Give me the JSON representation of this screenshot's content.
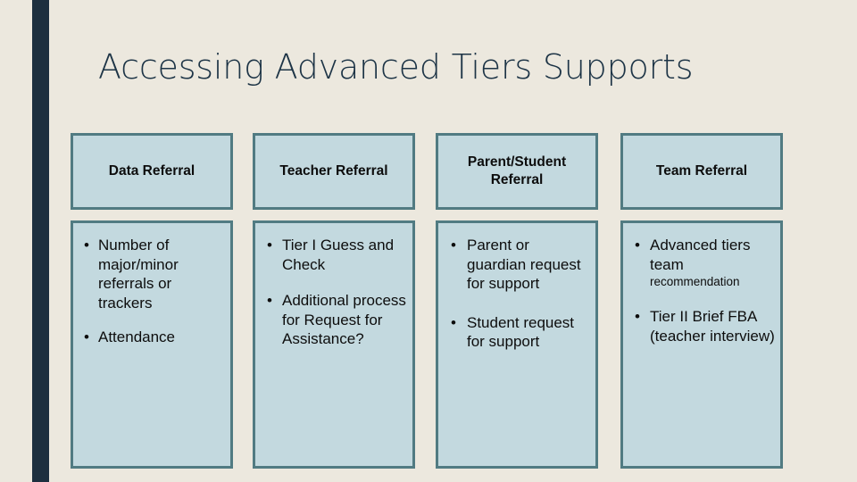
{
  "slide": {
    "title": "Accessing Advanced Tiers Supports",
    "background_color": "#ece8de",
    "accent_bar_color": "#1d2f3f",
    "box_fill_color": "#c3d9df",
    "box_border_color": "#517b82",
    "text_color": "#0d0d0d",
    "title_color": "#1d3446",
    "bullet_glyph": "•"
  },
  "columns": [
    {
      "header": "Data Referral",
      "bullets": [
        {
          "text": "Number of major/minor referrals or trackers"
        },
        {
          "text": "Attendance"
        }
      ]
    },
    {
      "header": "Teacher Referral",
      "bullets": [
        {
          "text": "Tier I Guess and Check"
        },
        {
          "text": "Additional process for Request for Assistance?"
        }
      ]
    },
    {
      "header": "Parent/Student Referral",
      "bullets": [
        {
          "text": "Parent or guardian request for support"
        },
        {
          "text": "Student request for support"
        }
      ]
    },
    {
      "header": "Team Referral",
      "bullets": [
        {
          "text": "Advanced tiers team",
          "sub": "recommendation"
        },
        {
          "text": "Tier II Brief FBA (teacher interview)"
        }
      ]
    }
  ]
}
